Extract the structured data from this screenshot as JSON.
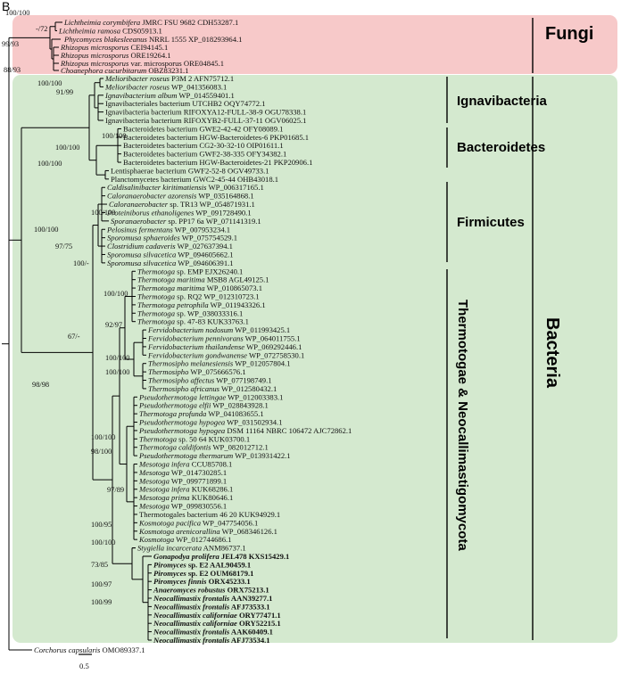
{
  "panel_label": "B",
  "colors": {
    "fungi_bg": "#f7c9c9",
    "bacteria_bg": "#d4e9cf",
    "gonapodya": "#e5962c",
    "neocallimastigomycota": "#263f9c",
    "default_text": "#111111"
  },
  "clades": {
    "fungi": "Fungi",
    "bacteria": "Bacteria",
    "ignavibacteria": "Ignavibacteria",
    "bacteroidetes": "Bacteroidetes",
    "firmicutes": "Firmicutes",
    "thermotogae": "Thermotogae & Neocallimastigomycota"
  },
  "scale_bar": "0.5",
  "taxa": [
    {
      "sp": "Lichtheimia corymbifera",
      "acc": "JMRC FSU 9682 CDH53287.1"
    },
    {
      "sp": "Lichtheimia ramosa",
      "acc": "CDS05913.1"
    },
    {
      "sp": "Phycomyces blakesleeanus",
      "acc": "NRRL 1555  XP_018293964.1"
    },
    {
      "sp": "Rhizopus microsporus",
      "acc": "CEI94145.1"
    },
    {
      "sp": "Rhizopus microsporus",
      "acc": "ORE19264.1"
    },
    {
      "sp": "Rhizopus microsporus",
      "acc": "var. microsporus ORE04845.1"
    },
    {
      "sp": "Choanephora cucurbitarum",
      "acc": "OBZ83231.1"
    },
    {
      "sp": "Melioribacter roseus",
      "acc": "P3M 2 AFN75712.1"
    },
    {
      "sp": "Melioribacter roseus",
      "acc": "WP_041356083.1"
    },
    {
      "sp": "Ignavibacterium album",
      "acc": "WP_014559401.1"
    },
    {
      "sp": "",
      "acc": "Ignavibacteriales bacterium UTCHB2 OQY74772.1"
    },
    {
      "sp": "",
      "acc": "Ignavibacteria bacterium RIFOXYA12-FULL-38-9 OGU78338.1"
    },
    {
      "sp": "",
      "acc": "Ignavibacteria bacterium RIFOXYB2-FULL-37-11 OGV06025.1"
    },
    {
      "sp": "",
      "acc": "Bacteroidetes bacterium GWE2-42-42 OFY08089.1"
    },
    {
      "sp": "",
      "acc": "Bacteroidetes bacterium HGW-Bacteroidetes-6 PKP01685.1"
    },
    {
      "sp": "",
      "acc": "Bacteroidetes bacterium CG2-30-32-10 OIP01611.1"
    },
    {
      "sp": "",
      "acc": "Bacteroidetes bacterium GWF2-38-335 OFY34382.1"
    },
    {
      "sp": "",
      "acc": "Bacteroidetes bacterium HGW-Bacteroidetes-21 PKP20906.1"
    },
    {
      "sp": "",
      "acc": "Lentisphaerae bacterium GWF2-52-8 OGV49733.1"
    },
    {
      "sp": "",
      "acc": "Planctomycetes bacterium GWC2-45-44 OHB43018.1"
    },
    {
      "sp": "Caldisalinibacter kiritimatiensis",
      "acc": "WP_006317165.1"
    },
    {
      "sp": "Caloranaerobacter azorensis",
      "acc": "WP_035164868.1"
    },
    {
      "sp": "Caloranaerobacter",
      "acc": "sp. TR13 WP_054871931.1"
    },
    {
      "sp": "Proteiniborus ethanoligenes",
      "acc": "WP_091728490.1"
    },
    {
      "sp": "Sporanaerobacter",
      "acc": "sp. PP17 6a WP_071141319.1"
    },
    {
      "sp": "Pelosinus fermentans",
      "acc": "WP_007953234.1"
    },
    {
      "sp": "Sporomusa sphaeroides",
      "acc": "WP_075754529.1"
    },
    {
      "sp": "Clostridium cadaveris",
      "acc": "WP_027637394.1"
    },
    {
      "sp": "Sporomusa silvacetica",
      "acc": "WP_094605662.1"
    },
    {
      "sp": "Sporomusa silvacetica",
      "acc": "WP_094606391.1"
    },
    {
      "sp": "Thermotoga",
      "acc": "sp. EMP EJX26240.1"
    },
    {
      "sp": "Thermotoga maritima",
      "acc": "MSB8 AGL49125.1"
    },
    {
      "sp": "Thermotoga maritima",
      "acc": "WP_010865073.1"
    },
    {
      "sp": "Thermotoga",
      "acc": "sp. RQ2 WP_012310723.1"
    },
    {
      "sp": "Thermotoga petrophila",
      "acc": "WP_011943326.1"
    },
    {
      "sp": "Thermotoga",
      "acc": "sp. WP_038033316.1"
    },
    {
      "sp": "Thermotoga",
      "acc": "sp. 47-83 KUK33763.1"
    },
    {
      "sp": "Fervidobacterium nodosum",
      "acc": "WP_011993425.1"
    },
    {
      "sp": "Fervidobacterium pennivorans",
      "acc": "WP_064011755.1"
    },
    {
      "sp": "Fervidobacterium thailandense",
      "acc": "WP_069292446.1"
    },
    {
      "sp": "Fervidobacterium gondwanense",
      "acc": "WP_072758530.1"
    },
    {
      "sp": "Thermosipho melanesiensis",
      "acc": "WP_012057804.1"
    },
    {
      "sp": "Thermosipho",
      "acc": "WP_075666576.1"
    },
    {
      "sp": "Thermosipho affectus",
      "acc": "WP_077198749.1"
    },
    {
      "sp": "Thermosipho africanus",
      "acc": "WP_012580432.1"
    },
    {
      "sp": "Pseudothermotoga lettingae",
      "acc": "WP_012003383.1"
    },
    {
      "sp": "Pseudothermotoga elfii",
      "acc": "WP_028843928.1"
    },
    {
      "sp": "Thermotoga profunda",
      "acc": "WP_041083655.1"
    },
    {
      "sp": "Pseudothermotoga hypogea",
      "acc": "WP_031502934.1"
    },
    {
      "sp": "Pseudothermotoga hypogea",
      "acc": "DSM 11164  NBRC 106472 AJC72862.1"
    },
    {
      "sp": "Thermotoga",
      "acc": "sp. 50 64 KUK03700.1"
    },
    {
      "sp": "Thermotoga caldifontis",
      "acc": "WP_082012712.1"
    },
    {
      "sp": "Pseudothermotoga thermarum",
      "acc": "WP_013931422.1"
    },
    {
      "sp": "Mesotoga infera",
      "acc": "CCU85708.1"
    },
    {
      "sp": "Mesotoga",
      "acc": "WP_014730285.1"
    },
    {
      "sp": "Mesotoga",
      "acc": "WP_099771899.1"
    },
    {
      "sp": "Mesotoga infera",
      "acc": "KUK68286.1"
    },
    {
      "sp": "Mesotoga prima",
      "acc": "KUK80646.1"
    },
    {
      "sp": "Mesotoga",
      "acc": "WP_099830556.1"
    },
    {
      "sp": "",
      "acc": "Thermotogales bacterium 46 20 KUK94929.1"
    },
    {
      "sp": "Kosmotoga pacifica",
      "acc": "WP_047754056.1"
    },
    {
      "sp": "Kosmotoga arenicorallina",
      "acc": "WP_068346126.1"
    },
    {
      "sp": "Kosmotoga",
      "acc": "WP_012744686.1"
    },
    {
      "sp": "Stygiella incarcerata",
      "acc": "ANM86737.1"
    },
    {
      "sp": "Gonapodya prolifera",
      "acc": "JEL478 KXS15429.1",
      "hl": "gonapodya"
    },
    {
      "sp": "Piromyces",
      "acc": "sp. E2 AAL90459.1",
      "hl": "neocallimastigomycota"
    },
    {
      "sp": "Piromyces",
      "acc": "sp. E2 OUM68179.1",
      "hl": "neocallimastigomycota"
    },
    {
      "sp": "Piromyces finnis",
      "acc": "ORX45233.1",
      "hl": "neocallimastigomycota"
    },
    {
      "sp": "Anaeromyces robustus",
      "acc": "ORX75213.1",
      "hl": "neocallimastigomycota"
    },
    {
      "sp": "Neocallimastix frontalis",
      "acc": "AAN39277.1",
      "hl": "neocallimastigomycota"
    },
    {
      "sp": "Neocallimastix frontalis",
      "acc": "AFJ73533.1",
      "hl": "neocallimastigomycota"
    },
    {
      "sp": "Neocallimastix californiae",
      "acc": "ORY77471.1",
      "hl": "neocallimastigomycota"
    },
    {
      "sp": "Neocallimastix californiae",
      "acc": "ORY52215.1",
      "hl": "neocallimastigomycota"
    },
    {
      "sp": "Neocallimastix frontalis",
      "acc": "AAK60409.1",
      "hl": "neocallimastigomycota"
    },
    {
      "sp": "Neocallimastix frontalis",
      "acc": "AFJ73534.1",
      "hl": "neocallimastigomycota"
    },
    {
      "sp": "Corchorus capsularis",
      "acc": "OMO89337.1"
    }
  ],
  "support_values": [
    "100/100",
    "-/72",
    "99/93",
    "88/93",
    "100/100",
    "91/99",
    "100/100",
    "100/100",
    "100/100",
    "100/100",
    "100/100",
    "97/75",
    "100/-",
    "100/100",
    "67/-",
    "92/97",
    "100/100",
    "100/100",
    "98/98",
    "100/100",
    "98/100",
    "97/89",
    "100/95",
    "100/100",
    "73/85",
    "100/97",
    "100/99"
  ]
}
